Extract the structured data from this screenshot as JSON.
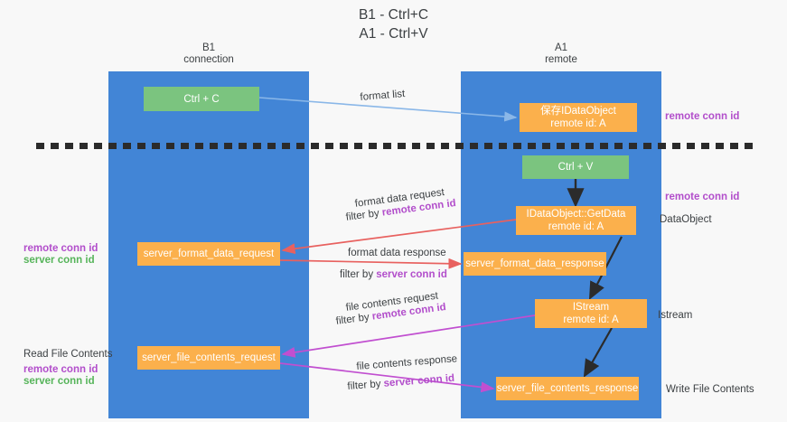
{
  "title": "B1 - Ctrl+C\nA1 - Ctrl+V",
  "lanes": [
    {
      "name": "b1",
      "header": "B1\nconnection"
    },
    {
      "name": "a1",
      "header": "A1\nremote"
    }
  ],
  "nodes": {
    "ctrl_c": "Ctrl + C",
    "idataobject_store": "保存IDataObject\nremote id: A",
    "ctrl_v": "Ctrl + V",
    "getdata": "IDataObject::GetData\nremote id: A",
    "server_format_data_request": "server_format_data_request",
    "server_format_data_response": "server_format_data_response",
    "istream": "IStream\nremote id: A",
    "server_file_contents_request": "server_file_contents_request",
    "server_file_contents_response": "server_file_contents_response"
  },
  "edge_labels": {
    "format_list": "format list",
    "format_data_request": "format data request",
    "format_data_request_filter_prefix": "filter by ",
    "format_data_request_filter_key": "remote conn id",
    "format_data_response": "format data response",
    "format_data_response_filter_prefix": "filter by ",
    "format_data_response_filter_key": "server conn id",
    "file_contents_request": "file contents request",
    "file_contents_request_filter_prefix": "filter by ",
    "file_contents_request_filter_key": "remote conn id",
    "file_contents_response": "file contents response",
    "file_contents_response_filter_prefix": "filter by ",
    "file_contents_response_filter_key": "server conn id"
  },
  "side_labels": {
    "right_remote_conn_id_1": "remote conn id",
    "right_remote_conn_id_2": "remote conn id",
    "right_dataobject": "DataObject",
    "right_istream": "Istream",
    "right_write_file_contents": "Write File Contents",
    "left_remote_conn_id_1": "remote conn id",
    "left_server_conn_id_1": "server conn id",
    "left_read_file_contents": "Read File Contents",
    "left_remote_conn_id_2": "remote conn id",
    "left_server_conn_id_2": "server conn id"
  },
  "colors": {
    "lane": "#4285d6",
    "node_green": "#7bc47f",
    "node_orange": "#fbb04c",
    "arrow_format_list": "#8ab7e8",
    "arrow_format_data": "#e8615f",
    "arrow_file_contents": "#c14fd0",
    "arrow_plain": "#2b2b2b",
    "key_remote": "#b24ecb",
    "key_server": "#56b45a",
    "background": "#f8f8f8",
    "text": "#3c4043"
  }
}
